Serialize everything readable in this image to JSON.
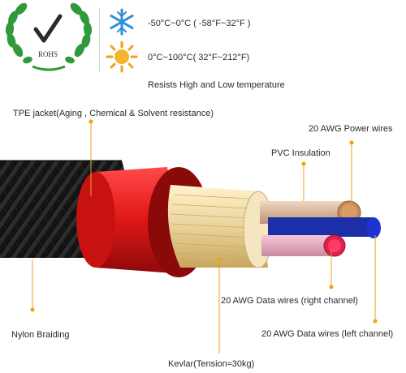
{
  "badge": {
    "text": "ROHS"
  },
  "temperature": {
    "cold_icon": "snowflake-icon",
    "hot_icon": "sun-icon",
    "cold_range": "-50°C~0°C ( -58°F~32°F )",
    "hot_range": "0°C~100°C( 32°F~212°F)",
    "caption": "Resists High and Low temperature"
  },
  "callouts": {
    "tpe_jacket": "TPE jacket(Aging , Chemical & Solvent resistance)",
    "power_wires": "20 AWG Power wires",
    "pvc_insulation": "PVC Insulation",
    "data_right": "20 AWG Data wires (right channel)",
    "data_left": "20 AWG Data wires (left channel)",
    "nylon_braiding": "Nylon Braiding",
    "kevlar": "Kevlar(Tension≈30kg)"
  },
  "colors": {
    "jacket_red": "#e01818",
    "braid_black": "#1a1a1a",
    "kevlar_gold": "#e8d29a",
    "copper": "#c98a55",
    "callout_dot": "#f2a300",
    "wreath_green": "#2e9a3c",
    "ice_blue": "#2a8fd8",
    "sun_orange": "#f0a020"
  }
}
